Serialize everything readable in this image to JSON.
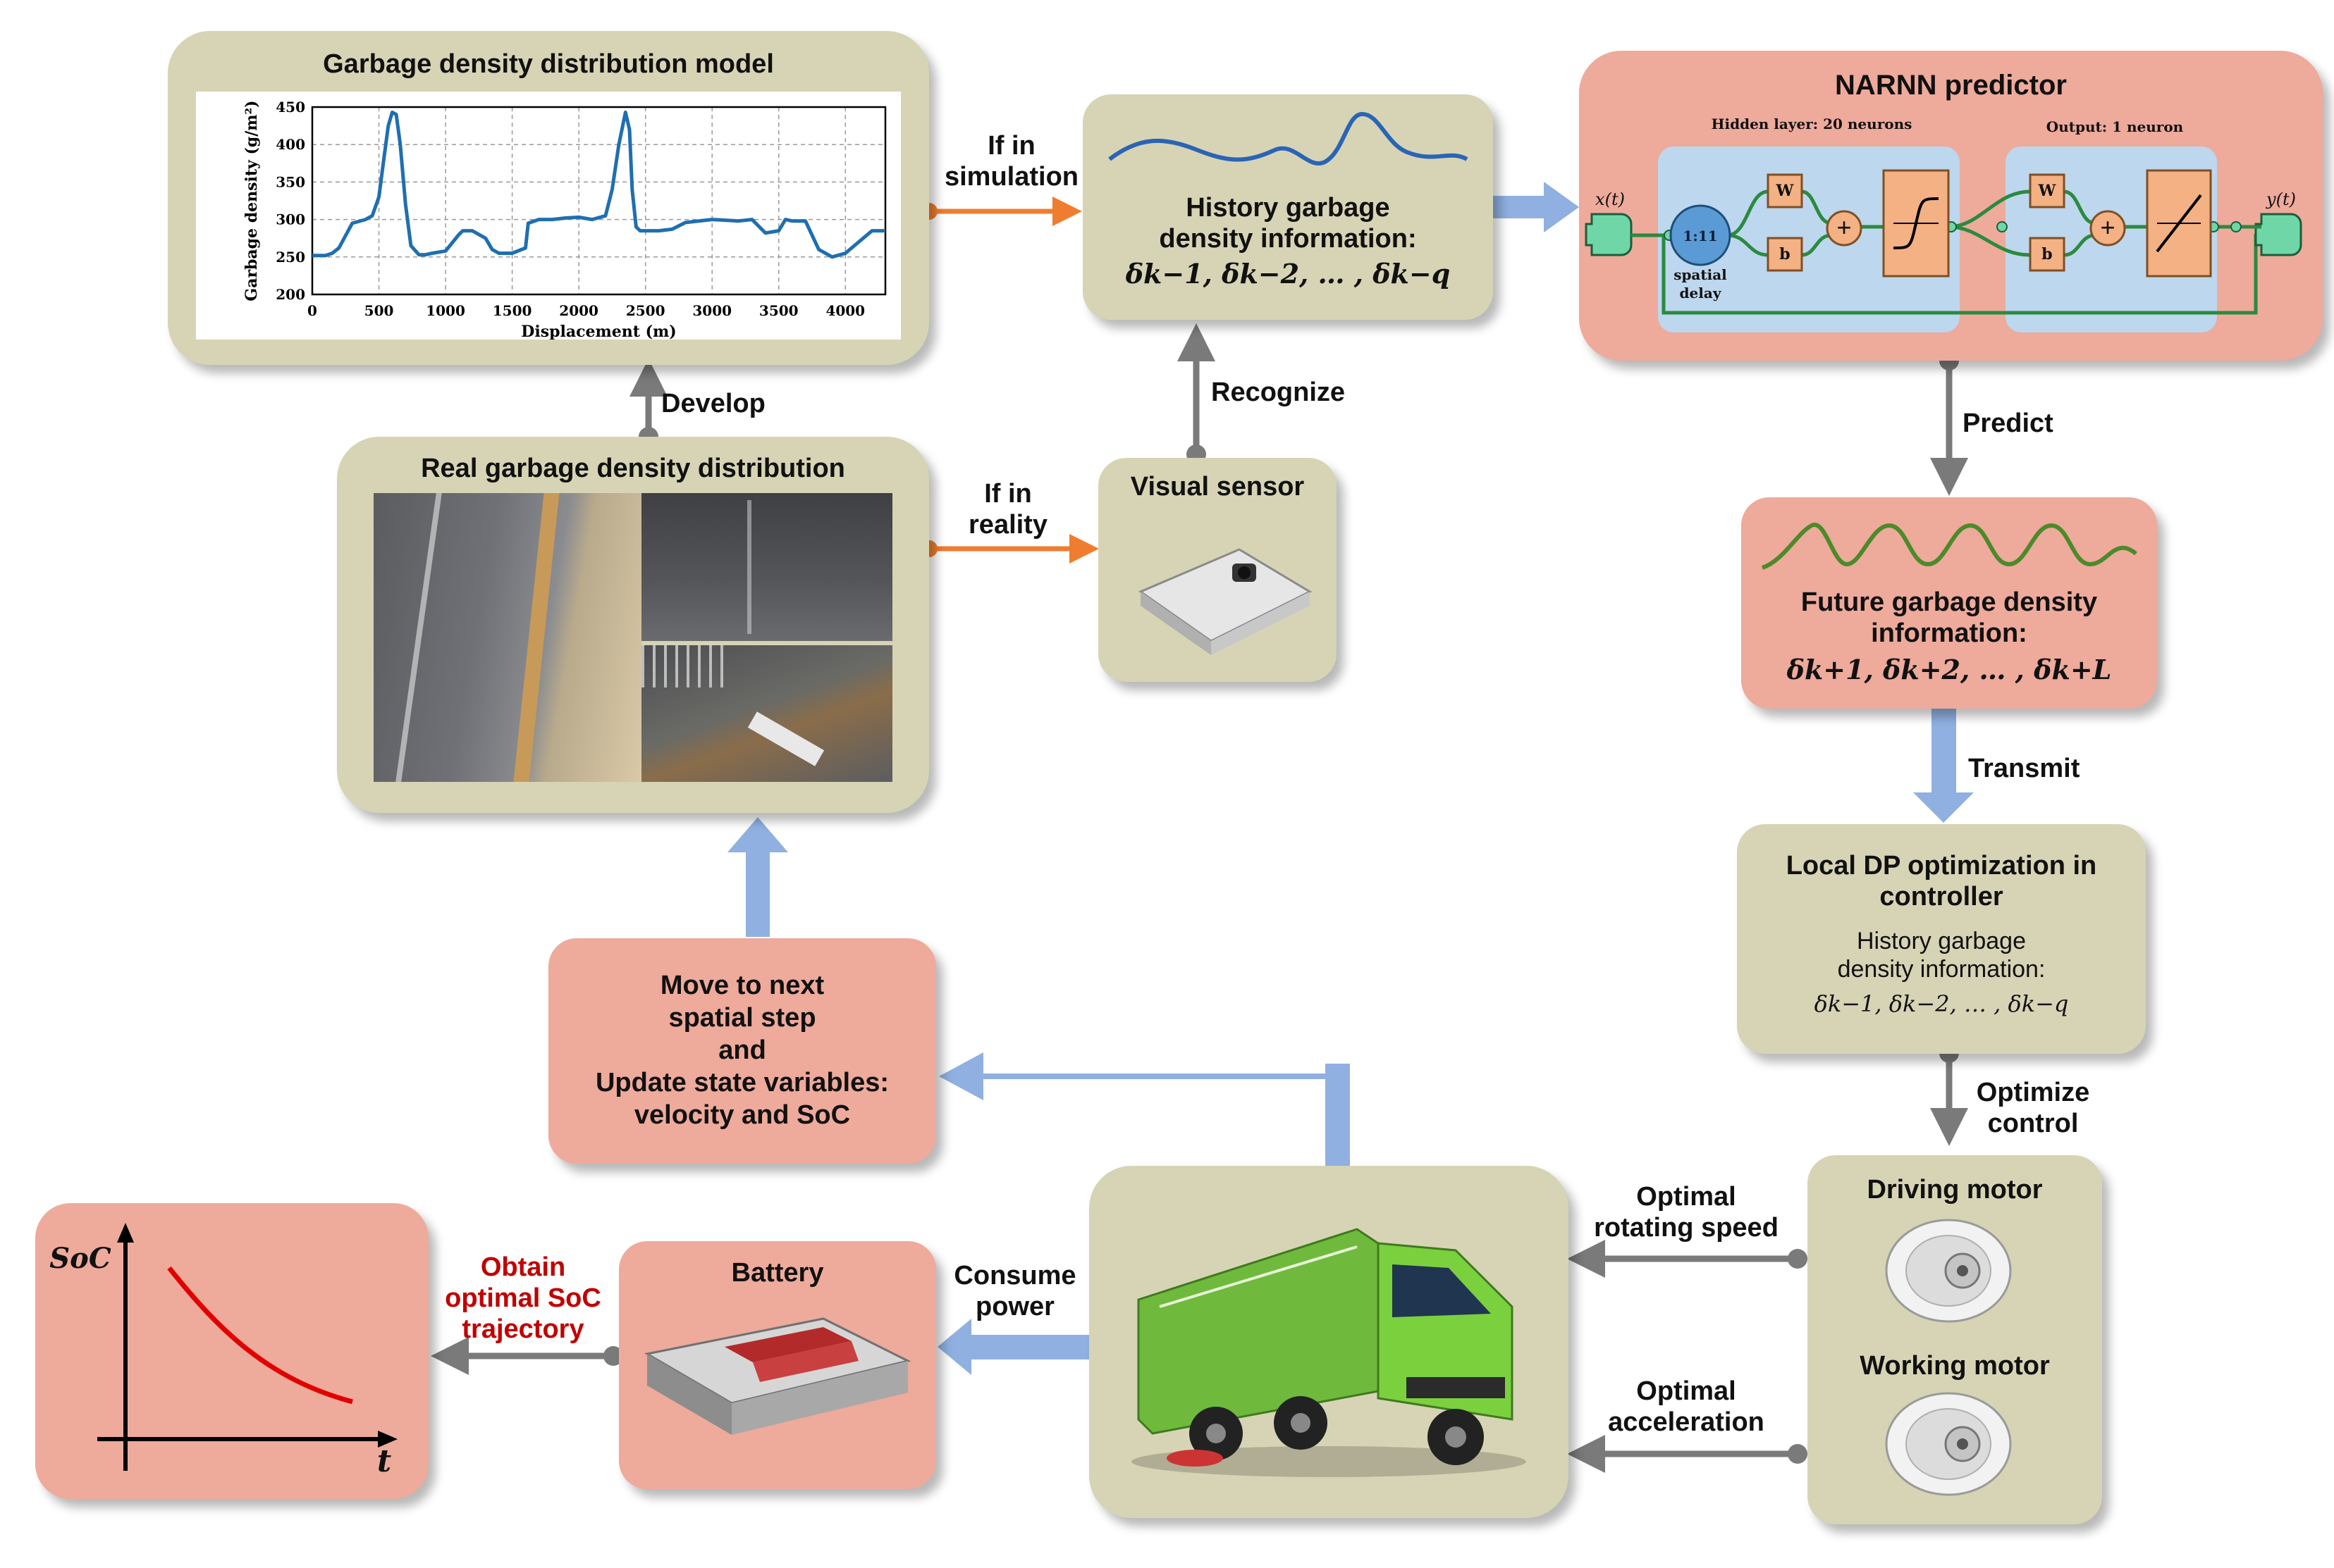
{
  "density_model": {
    "title": "Garbage density distribution model",
    "xlabel": "Displacement (m)",
    "ylabel": "Garbage density (g/m²)",
    "xticks": [
      "0",
      "500",
      "1000",
      "1500",
      "2000",
      "2500",
      "3000",
      "3500",
      "4000"
    ],
    "yticks": [
      "200",
      "250",
      "300",
      "350",
      "400",
      "450"
    ]
  },
  "chart_data": {
    "type": "line",
    "xlabel": "Displacement (m)",
    "ylabel": "Garbage density (g/m²)",
    "xlim": [
      0,
      4300
    ],
    "ylim": [
      200,
      450
    ],
    "grid": true,
    "x": [
      0,
      100,
      150,
      200,
      300,
      400,
      450,
      500,
      540,
      570,
      600,
      630,
      660,
      700,
      740,
      800,
      850,
      900,
      1000,
      1100,
      1130,
      1200,
      1300,
      1350,
      1400,
      1500,
      1600,
      1620,
      1700,
      1800,
      1900,
      2000,
      2100,
      2200,
      2250,
      2300,
      2350,
      2380,
      2400,
      2430,
      2460,
      2500,
      2600,
      2700,
      2800,
      3000,
      3200,
      3300,
      3400,
      3500,
      3550,
      3600,
      3700,
      3800,
      3900,
      4000,
      4100,
      4200,
      4300
    ],
    "series": [
      {
        "values": [
          252,
          252,
          255,
          262,
          295,
          300,
          305,
          330,
          385,
          425,
          443,
          440,
          400,
          320,
          265,
          253,
          253,
          255,
          258,
          280,
          285,
          285,
          275,
          260,
          255,
          255,
          262,
          295,
          300,
          300,
          302,
          303,
          300,
          305,
          340,
          400,
          443,
          420,
          340,
          290,
          285,
          285,
          285,
          287,
          296,
          300,
          298,
          300,
          282,
          285,
          300,
          298,
          298,
          260,
          250,
          255,
          270,
          285,
          285
        ]
      }
    ]
  },
  "history_box": {
    "line1": "History garbage",
    "line2": "density  information:",
    "formula": "δk−1, δk−2, … , δk−q"
  },
  "narnn": {
    "title": "NARNN predictor",
    "hidden_label": "Hidden layer: 20 neurons",
    "output_label": "Output: 1 neuron",
    "input_label": "x(t)",
    "output_signal": "y(t)",
    "delay": "1:11",
    "spatial": "spatial",
    "delay_word": "delay",
    "w": "W",
    "b": "b",
    "plus": "+"
  },
  "real_box": {
    "title": "Real garbage density distribution"
  },
  "visual_box": {
    "title": "Visual sensor"
  },
  "future_box": {
    "line1": "Future garbage density",
    "line2": "information:",
    "formula": "δk+1, δk+2, … , δk+L"
  },
  "local_box": {
    "line1": "Local DP optimization in",
    "line2": "controller",
    "sub1": "History garbage",
    "sub2": "density  information:",
    "formula": "δk−1, δk−2, … , δk−q"
  },
  "move_box": {
    "line1": "Move to next",
    "line2": "spatial step",
    "line3": "and",
    "line4": "Update state variables:",
    "line5": "velocity and SoC"
  },
  "motor_box": {
    "driving": "Driving motor",
    "working": "Working motor"
  },
  "battery_box": {
    "title": "Battery"
  },
  "soc_box": {
    "ylabel": "SoC",
    "xlabel": "t"
  },
  "labels": {
    "if_sim_1": "If in",
    "if_sim_2": "simulation",
    "if_real_1": "If in",
    "if_real_2": "reality",
    "develop": "Develop",
    "recognize": "Recognize",
    "predict": "Predict",
    "transmit": "Transmit",
    "optimize_1": "Optimize",
    "optimize_2": "control",
    "rot_1": "Optimal",
    "rot_2": "rotating speed",
    "acc_1": "Optimal",
    "acc_2": "acceleration",
    "consume_1": "Consume",
    "consume_2": "power",
    "obtain_1": "Obtain",
    "obtain_2": "optimal SoC",
    "obtain_3": "trajectory"
  },
  "colors": {
    "olive": "#d7d4b5",
    "salmon": "#eeaa9b",
    "orange_arrow": "#ef7d2f",
    "blue_arrow": "#8fb0e0",
    "gray_arrow": "#7a7a7a",
    "curve_blue": "#2a64b5",
    "curve_green": "#4c8a2a",
    "soc_red": "#e00000",
    "obtain_red": "#c00000"
  }
}
